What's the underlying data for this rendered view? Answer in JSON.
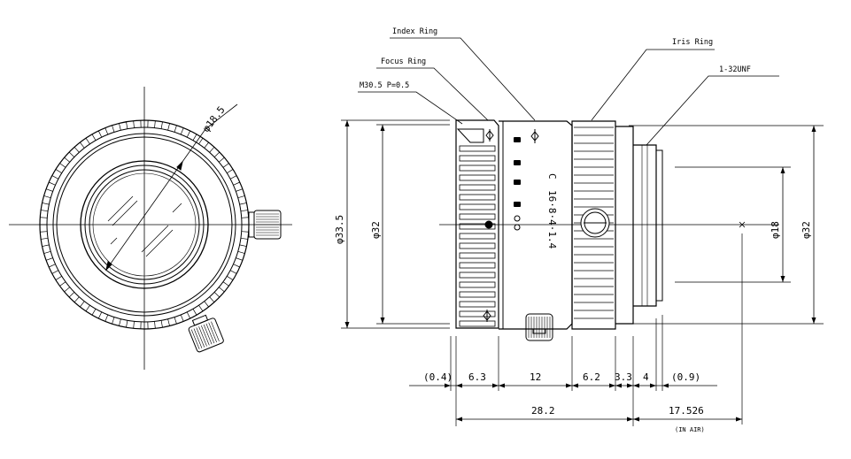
{
  "labels": {
    "index_ring": "Index Ring",
    "iris_ring": "Iris Ring",
    "focus_ring": "Focus Ring",
    "filter_thread": "M30.5 P=0.5",
    "mount_thread": "1-32UNF",
    "in_air": "(IN AIR)"
  },
  "barrel_marks": {
    "mount": "C",
    "apertures": "16·8·4·1.4"
  },
  "dimensions": {
    "front_diameter": "φ18.5",
    "outer_diameter": "φ33.5",
    "front_inner_diameter": "φ32",
    "rear_inner_diameter": "φ18",
    "rear_outer_diameter": "φ32",
    "gap_front": "(0.4)",
    "focus_ring_width": "6.3",
    "index_ring_width": "12",
    "iris_ring_width": "6.2",
    "step_width": "3.3",
    "mount_width": "4",
    "gap_rear": "(0.9)",
    "total_length": "28.2",
    "flange_focal": "17.526"
  }
}
